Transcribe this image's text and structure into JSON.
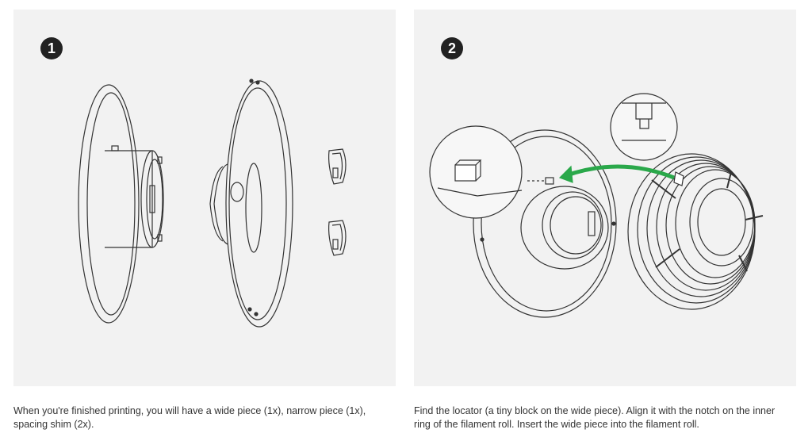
{
  "steps": [
    {
      "number": "1",
      "caption": "When you're finished printing, you will have a wide piece (1x), narrow piece (1x), spacing shim (2x)."
    },
    {
      "number": "2",
      "caption": "Find the locator (a tiny block on the wide piece). Align it with the notch on the inner ring of the filament roll. Insert the wide piece into the filament roll."
    }
  ],
  "colors": {
    "panel_bg": "#f2f2f2",
    "line": "#333333",
    "arrow": "#2aa84a",
    "badge": "#222222"
  }
}
